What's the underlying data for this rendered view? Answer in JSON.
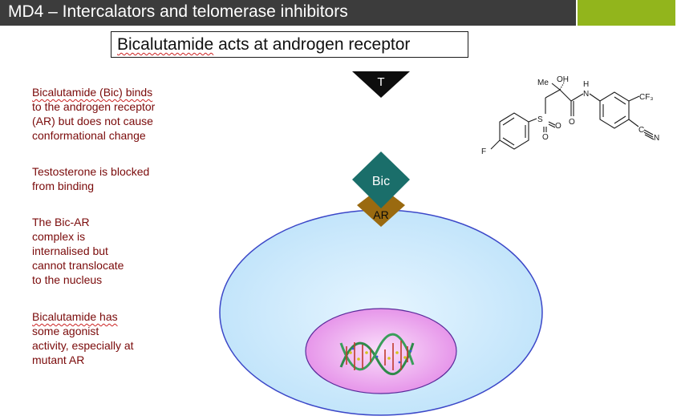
{
  "header": {
    "title": "MD4 – Intercalators and telomerase inhibitors",
    "accent_color": "#92b51c"
  },
  "slide": {
    "subtitle_word": "Bicalutamide",
    "subtitle_rest": " acts at androgen receptor"
  },
  "notes": [
    {
      "lines": [
        "Bicalutamide (Bic) binds",
        "to the androgen receptor",
        "(AR) but does not cause",
        "conformational change"
      ]
    },
    {
      "lines": [
        "Testosterone is blocked",
        "from binding"
      ]
    },
    {
      "lines": [
        "The Bic-AR",
        "complex is",
        "internalised but",
        "cannot translocate",
        "to the nucleus"
      ]
    },
    {
      "lines": [
        "Bicalutamide has",
        "some agonist",
        "activity, especially at",
        "mutant AR"
      ]
    }
  ],
  "diagram": {
    "testosterone_label": "T",
    "drug_label": "Bic",
    "receptor_label": "AR",
    "drug_color": "#1a6e6a",
    "receptor_color": "#9a6a10",
    "cell_color": "#cce9fb",
    "nucleus_color": "#f4c2f4"
  },
  "structure": {
    "me": "Me",
    "oh": "OH",
    "nh": "H",
    "n": "N",
    "s": "S",
    "o1": "O",
    "o2": "O",
    "o3": "O",
    "f": "F",
    "cf3": "CF₃",
    "cn_c": "C",
    "cn_n": "N"
  }
}
